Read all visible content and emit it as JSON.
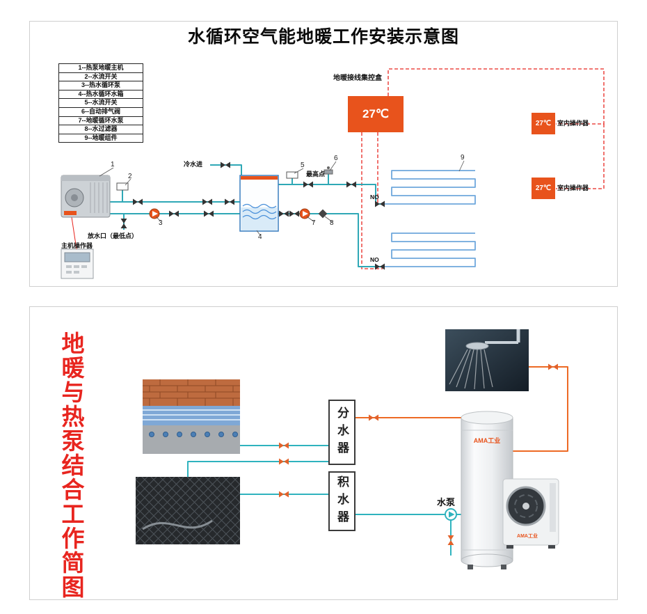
{
  "top": {
    "title": "水循环空气能地暖工作安装示意图",
    "legend": [
      "1--热泵地暖主机",
      "2--水流开关",
      "3--热水循环泵",
      "4--热水循环水箱",
      "5--水流开关",
      "6--自动排气阀",
      "7--地暖循环水泵",
      "8--水过滤器",
      "9--地暖组件"
    ],
    "control_box_label": "地暖接线集控盒",
    "main_temp": "27℃",
    "room1": {
      "temp": "27℃",
      "label": "室内操作器"
    },
    "room2": {
      "temp": "27℃",
      "label": "室内操作器"
    },
    "cold_water": "冷水进",
    "highest_point": "最高点",
    "drain": "放水口（最低点）",
    "main_operator": "主机操作器",
    "no_label": "NO",
    "numbers": [
      "1",
      "2",
      "3",
      "4",
      "5",
      "6",
      "7",
      "8",
      "9"
    ]
  },
  "bottom": {
    "side_title": "地暖与热泵结合工作简图",
    "distributor": "分水器",
    "collector": "积水器",
    "pump_label": "水泵",
    "brand": "AMA工业"
  },
  "colors": {
    "accent_orange": "#E8531C",
    "wiring_red": "#E8251F",
    "pipe_teal": "#2FA8B6",
    "coil_blue": "#6FA8DC"
  }
}
